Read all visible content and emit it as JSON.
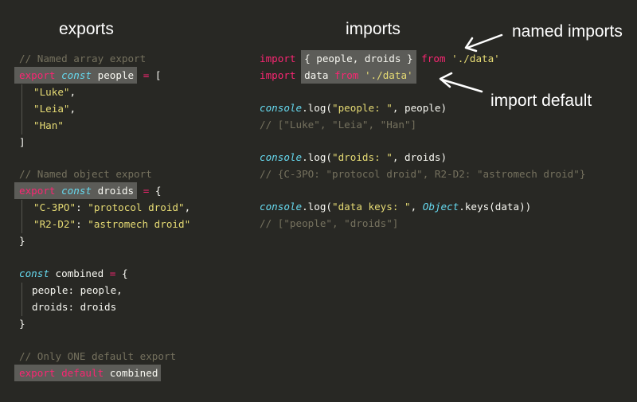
{
  "headings": {
    "exports": "exports",
    "imports": "imports",
    "named_imports": "named imports",
    "import_default": "import default"
  },
  "exports_code": {
    "c_array": "// Named array export",
    "array_export": "export",
    "array_const": "const",
    "array_name": "people",
    "array_eq": "=",
    "array_open": "[",
    "item_luke": "\"Luke\"",
    "item_leia": "\"Leia\"",
    "item_han": "\"Han\"",
    "comma": ",",
    "array_close": "]",
    "c_object": "// Named object export",
    "obj_export": "export",
    "obj_const": "const",
    "obj_name": "droids",
    "obj_eq": "=",
    "obj_open": "{",
    "c3po_key": "\"C-3PO\"",
    "c3po_val": "\"protocol droid\"",
    "r2d2_key": "\"R2-D2\"",
    "r2d2_val": "\"astromech droid\"",
    "colon": ":",
    "obj_close": "}",
    "comb_const": "const",
    "comb_name": "combined",
    "comb_eq": "=",
    "comb_open": "{",
    "comb_people": "people: people,",
    "comb_droids": "droids: droids",
    "comb_close": "}",
    "c_default": "// Only ONE default export",
    "def_export": "export",
    "def_default": "default",
    "def_name": "combined"
  },
  "imports_code": {
    "imp1_kw": "import",
    "imp1_names": "{ people, droids }",
    "imp1_from": "from",
    "imp1_path": "'./data'",
    "imp2_kw": "import",
    "imp2_name": "data",
    "imp2_from": "from",
    "imp2_path": "'./data'",
    "log1_obj": "console",
    "log1_call": ".log(",
    "log1_str": "\"people: \"",
    "log1_arg": ", people)",
    "log1_out": "// [\"Luke\", \"Leia\", \"Han\"]",
    "log2_obj": "console",
    "log2_call": ".log(",
    "log2_str": "\"droids: \"",
    "log2_arg": ", droids)",
    "log2_out": "// {C-3PO: \"protocol droid\", R2-D2: \"astromech droid\"}",
    "log3_obj": "console",
    "log3_call": ".log(",
    "log3_str": "\"data keys: \"",
    "log3_sep": ",",
    "log3_object": "Object",
    "log3_keys": ".keys(data))",
    "log3_out": "// [\"people\", \"droids\"]"
  },
  "colors": {
    "background": "#282824",
    "highlight": "#5c5c58",
    "comment": "#75715e",
    "keyword": "#f92672",
    "string": "#e6db74",
    "type": "#66d9ef",
    "plain": "#f8f8f2",
    "arrow": "#ffffff"
  }
}
